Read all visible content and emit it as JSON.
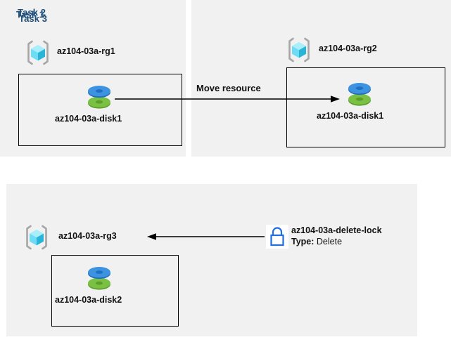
{
  "diagram": {
    "title_color": "#1F4E79",
    "panel_bg": "#f1f1f1",
    "canvas_bg": "#ffffff"
  },
  "panels": [
    {
      "id": "task1",
      "title": "Task 1",
      "resource_group": {
        "icon": "resource-group-cube-icon",
        "label": "az104-03a-rg1"
      },
      "resources": [
        {
          "icon": "managed-disk-icon",
          "label": "az104-03a-disk1"
        }
      ]
    },
    {
      "id": "task2",
      "title": "Task 2",
      "resource_group": {
        "icon": "resource-group-cube-icon",
        "label": "az104-03a-rg2"
      },
      "resources": [
        {
          "icon": "managed-disk-icon",
          "label": "az104-03a-disk1"
        }
      ]
    },
    {
      "id": "task3",
      "title": "Task 3",
      "resource_group": {
        "icon": "resource-group-cube-icon",
        "label": "az104-03a-rg3"
      },
      "resources": [
        {
          "icon": "managed-disk-icon",
          "label": "az104-03a-disk2"
        }
      ],
      "lock": {
        "icon": "lock-icon",
        "name": "az104-03a-delete-lock",
        "type_key": "Type:",
        "type_value": "Delete",
        "icon_color": "#1f6fe0"
      }
    }
  ],
  "connectors": [
    {
      "id": "move-resource-arrow",
      "label": "Move resource",
      "direction": "right",
      "from": "az104-03a-disk1 (Task 1)",
      "to": "az104-03a-disk1 (Task 2)"
    },
    {
      "id": "lock-applies-arrow",
      "label": "",
      "direction": "left",
      "from": "az104-03a-delete-lock",
      "to": "az104-03a-rg3"
    }
  ]
}
